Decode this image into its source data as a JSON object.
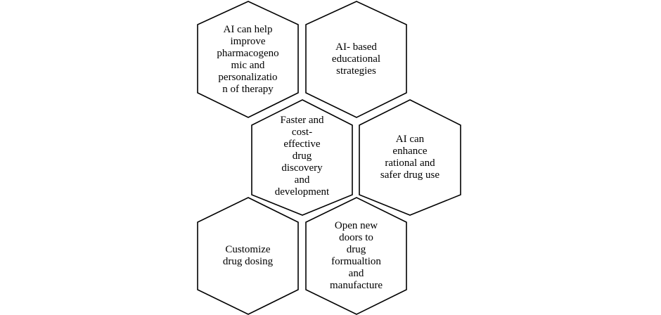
{
  "hexagons": [
    {
      "text": "AI  can help\nimprove\npharmacogeno\nmic and\npersonalizatio\nn of therapy"
    },
    {
      "text": "AI- based\neducational\nstrategies"
    },
    {
      "text": "Faster and\ncost-\neffective\ndrug\ndiscovery\nand\ndevelopment"
    },
    {
      "text": "AI can\nenhance\nrational  and\nsafer drug use"
    },
    {
      "text": "Customize\ndrug dosing"
    },
    {
      "text": "Open new\ndoors to\ndrug\nformualtion\nand\nmanufacture"
    }
  ]
}
